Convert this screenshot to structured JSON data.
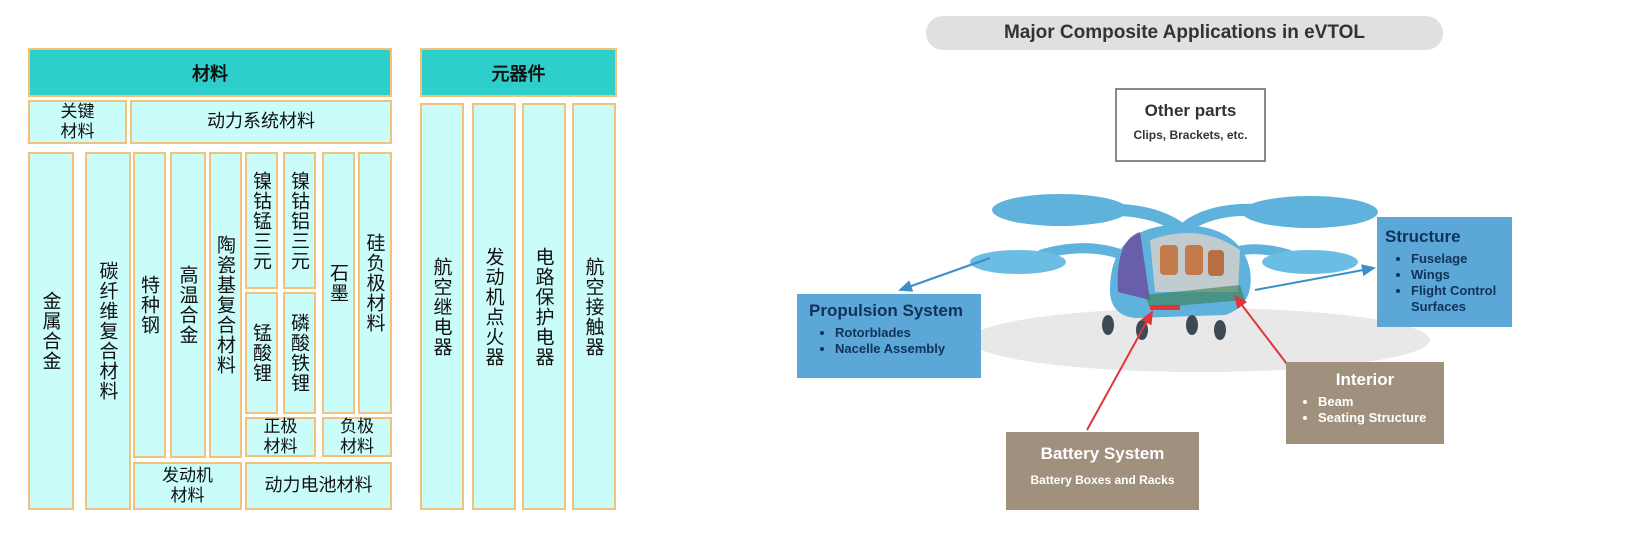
{
  "left": {
    "materials_header": "材料",
    "components_header": "元器件",
    "key_materials": "关键\n材料",
    "power_system_materials": "动力系统材料",
    "metal_alloy": "金属合金",
    "carbon_fiber": "碳纤维复合材料",
    "special_steel": "特种钢",
    "high_temp_alloy": "高温合金",
    "ceramic_matrix": "陶瓷基复合材料",
    "ncm": "镍钴锰三元",
    "nca": "镍钴铝三元",
    "graphite": "石墨",
    "silicon_anode": "硅负极材料",
    "lithium_manganate": "锰酸锂",
    "lfp": "磷酸铁锂",
    "cathode_materials": "正极\n材料",
    "anode_materials": "负极\n材料",
    "engine_materials": "发动机\n材料",
    "battery_materials": "动力电池材料",
    "aviation_relay": "航空继电器",
    "engine_igniter": "发动机点火器",
    "circuit_protector": "电路保护电器",
    "aviation_contactor": "航空接触器"
  },
  "right": {
    "title": "Major Composite Applications in eVTOL",
    "other_parts": {
      "title": "Other parts",
      "subtitle": "Clips, Brackets, etc."
    },
    "structure": {
      "title": "Structure",
      "items": [
        "Fuselage",
        "Wings",
        "Flight Control Surfaces"
      ]
    },
    "propulsion": {
      "title": "Propulsion System",
      "items": [
        "Rotorblades",
        "Nacelle Assembly"
      ]
    },
    "interior": {
      "title": "Interior",
      "items": [
        "Beam",
        "Seating Structure"
      ]
    },
    "battery": {
      "title": "Battery System",
      "subtitle": "Battery Boxes and Racks"
    }
  },
  "colors": {
    "header": "#2ecfcb",
    "cell": "#cafcfa",
    "border": "#f2c27a",
    "blue_label": "#5aa7d8",
    "brown_label": "#a0907e",
    "arrow_red": "#e2343a",
    "arrow_blue": "#3a8fc8"
  }
}
